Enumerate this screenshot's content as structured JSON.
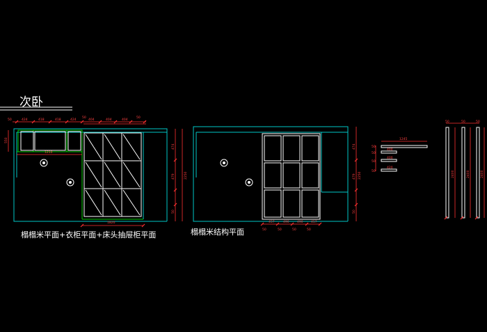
{
  "title": "次卧",
  "captions": {
    "left": "榻榻米平面+衣柜平面+床头抽屉柜平面",
    "right": "榻榻米结构平面"
  },
  "colors": {
    "background": "#000000",
    "wall": "#00c8c8",
    "cabinet": "#00d000",
    "dimension": "#ff3030",
    "dim_text": "#ff4040",
    "furniture": "#ffffff",
    "title": "#ffffff"
  },
  "dims": {
    "plan_top": [
      "50",
      "424",
      "418",
      "418",
      "424",
      "50"
    ],
    "plan_top_right": [
      "404",
      "404",
      "404",
      "50"
    ],
    "plan_bottom": "1820",
    "plan_inner": "1210",
    "plan_left": "550",
    "plan_right": [
      "474",
      "479",
      "2250",
      "50"
    ],
    "struct_bottom": [
      "457",
      "490",
      "490",
      "457"
    ],
    "struct_bottom_small": [
      "50",
      "50",
      "50",
      "50"
    ],
    "struct_right": [
      "474",
      "479",
      "2250",
      "50"
    ],
    "parts_top": "1245",
    "parts": [
      "400",
      "400",
      "420"
    ],
    "parts_left": [
      "50",
      "50",
      "50",
      "50"
    ],
    "boards_top": [
      "50",
      "50",
      "50"
    ],
    "boards_side": [
      "2400",
      "2400",
      "2400"
    ]
  }
}
